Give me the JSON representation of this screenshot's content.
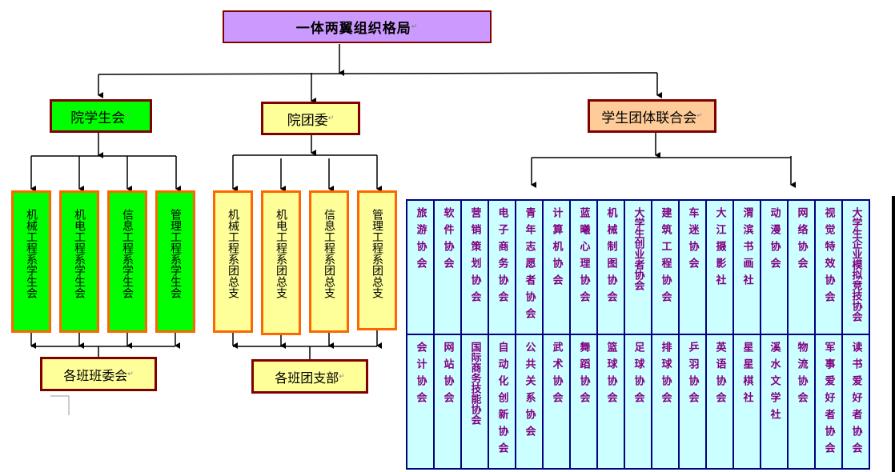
{
  "title": "一体两翼组织格局",
  "branches": [
    {
      "label": "院学生会",
      "color": "#00ff00",
      "children": [
        "机械工程系学生会",
        "机电工程系学生会",
        "信息工程系学生会",
        "管理工程系学生会"
      ],
      "merge": "各班班委会"
    },
    {
      "label": "院团委",
      "color": "#ffff99",
      "children": [
        "机械工程系团总支",
        "机电工程系团总支",
        "信息工程系团总支",
        "管理工程系团总支"
      ],
      "merge": "各班团支部"
    },
    {
      "label": "学生团体联合会",
      "color": "#ffcc99",
      "clubs_row1": [
        "旅游协会",
        "软件协会",
        "营销策划协会",
        "电子商务协会",
        "青年志愿者协会",
        "计算机协会",
        "蓝曦心理协会",
        "机械制图协会",
        "大学生创业者协会",
        "建筑工程协会",
        "车迷协会",
        "大江摄影社",
        "渭滨书画社",
        "动漫协会",
        "网络协会",
        "视觉特效协会",
        "大学生企业模拟竞技协会"
      ],
      "clubs_row2": [
        "会计协会",
        "网站协会",
        "国际商务技能协会",
        "自动化创新协会",
        "公共关系协会",
        "武术协会",
        "舞蹈协会",
        "篮球协会",
        "足球协会",
        "排球协会",
        "乒羽协会",
        "英语协会",
        "星星棋社",
        "溪水文学社",
        "物流协会",
        "军事爱好者协会",
        "读书爱好者协会"
      ]
    }
  ],
  "colors": {
    "title_bg": "#cc99ff",
    "box_border": "#800000",
    "sub_border": "#ff6600",
    "club_bg": "#ccffff",
    "club_border": "#000080",
    "club_text": "#800080"
  }
}
